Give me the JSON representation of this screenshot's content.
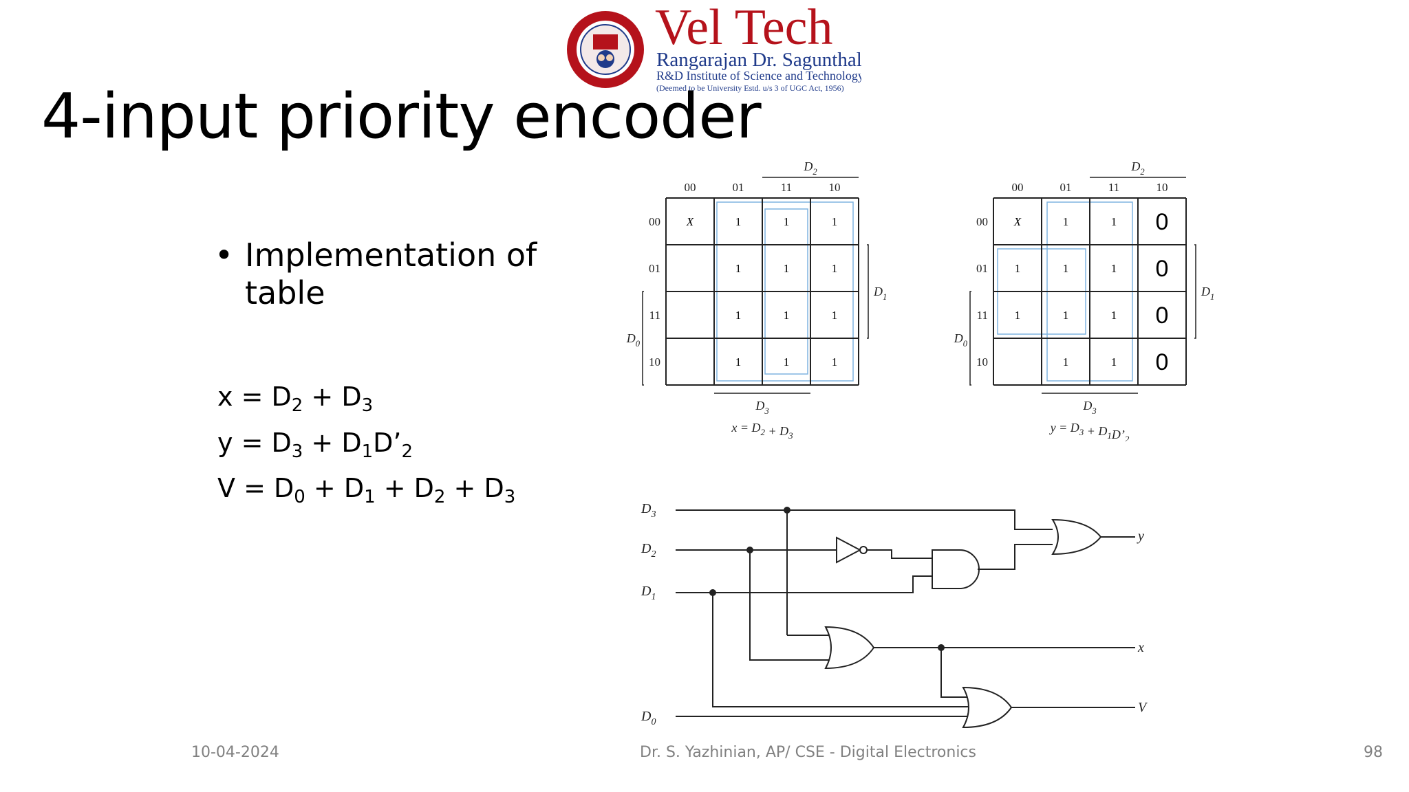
{
  "logo": {
    "name_line1": "Vel Tech",
    "name_line2": "Rangarajan Dr. Sagunthala",
    "name_line3": "R&D Institute of Science and Technology",
    "name_line4": "(Deemed to be University Estd. u/s 3 of UGC Act, 1956)",
    "colors": {
      "brand_red": "#b5121b",
      "brand_blue": "#1f3a8a"
    }
  },
  "slide": {
    "title": "4-input priority encoder",
    "bullet": "Implementation of table",
    "equations": {
      "x": {
        "lhs": "x = ",
        "t1": "D",
        "t1s": "2",
        "p1": " + ",
        "t2": "D",
        "t2s": "3"
      },
      "y": {
        "lhs": "y = ",
        "t1": "D",
        "t1s": "3",
        "p1": " + ",
        "t2": "D",
        "t2s": "1",
        "t3": "D’",
        "t3s": "2"
      },
      "v": {
        "lhs": "V = ",
        "t1": "D",
        "t1s": "0",
        "p1": " + ",
        "t2": "D",
        "t2s": "1",
        "p2": " + ",
        "t3": "D",
        "t3s": "2",
        "p3": " + ",
        "t4": "D",
        "t4s": "3"
      }
    }
  },
  "kmaps": {
    "col_headers": [
      "00",
      "01",
      "11",
      "10"
    ],
    "row_headers": [
      "00",
      "01",
      "11",
      "10"
    ],
    "map_x": {
      "cells": [
        [
          "X",
          "1",
          "1",
          "1"
        ],
        [
          "",
          "1",
          "1",
          "1"
        ],
        [
          "",
          "1",
          "1",
          "1"
        ],
        [
          "",
          "1",
          "1",
          "1"
        ]
      ],
      "top_var": "D2",
      "right_var": "D1",
      "left_var": "D0",
      "bottom_var": "D3",
      "caption": "x = D2 + D3"
    },
    "map_y": {
      "cells": [
        [
          "X",
          "1",
          "1",
          "0"
        ],
        [
          "1",
          "1",
          "1",
          "0"
        ],
        [
          "1",
          "1",
          "1",
          "0"
        ],
        [
          "",
          "1",
          "1",
          "0"
        ]
      ],
      "top_var": "D2",
      "right_var": "D1",
      "left_var": "D0",
      "bottom_var": "D3",
      "caption": "y = D3 + D1D’2"
    },
    "colors": {
      "group_outline": "#7fb3e0"
    }
  },
  "circuit": {
    "inputs": [
      "D3",
      "D2",
      "D1",
      "D0"
    ],
    "outputs": [
      "y",
      "x",
      "V"
    ]
  },
  "footer": {
    "date": "10-04-2024",
    "author": "Dr. S. Yazhinian, AP/ CSE - Digital Electronics",
    "page": "98"
  }
}
